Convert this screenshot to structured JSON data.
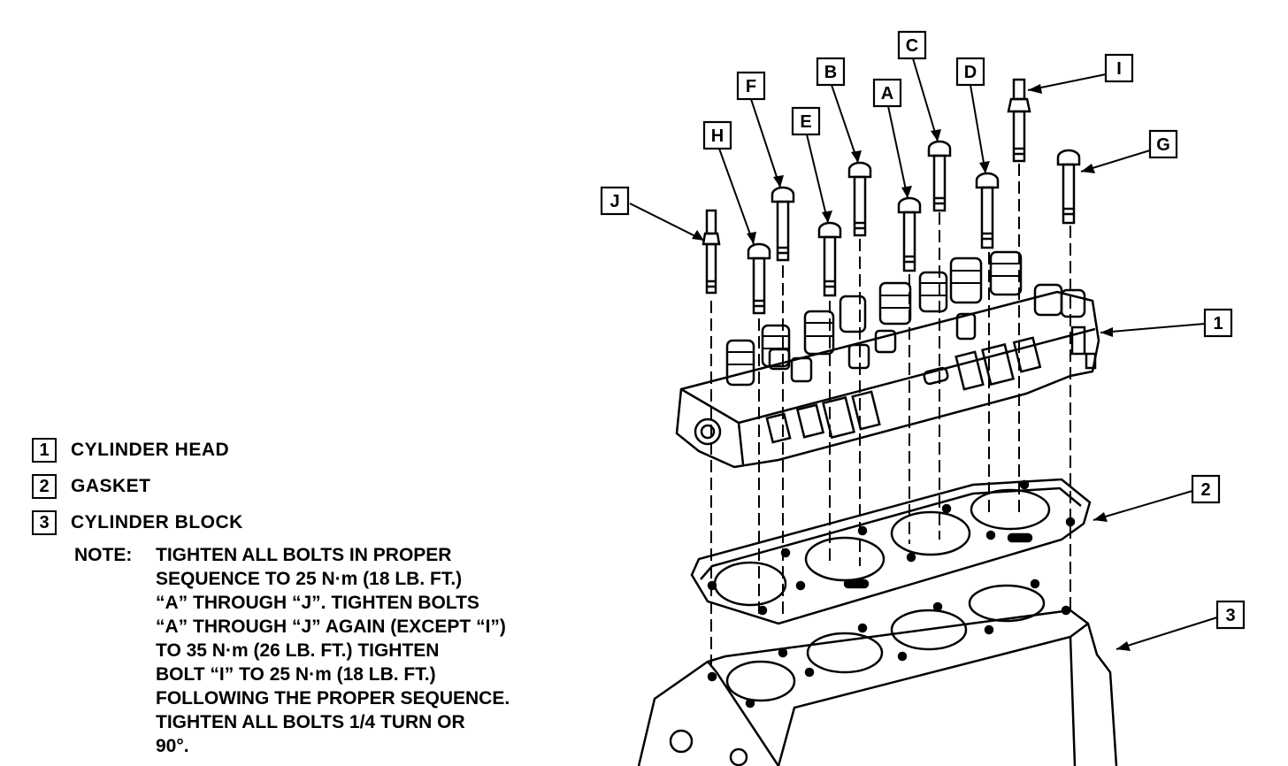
{
  "legend": [
    {
      "number": "1",
      "label": "CYLINDER HEAD"
    },
    {
      "number": "2",
      "label": "GASKET"
    },
    {
      "number": "3",
      "label": "CYLINDER BLOCK"
    }
  ],
  "note": {
    "heading": "NOTE:",
    "lines": [
      "TIGHTEN ALL BOLTS IN PROPER",
      "SEQUENCE TO 25 N·m (18 LB. FT.)",
      "“A” THROUGH “J”. TIGHTEN BOLTS",
      "“A” THROUGH “J” AGAIN (EXCEPT “I”)",
      "TO 35 N·m (26 LB. FT.) TIGHTEN",
      "BOLT “I” TO 25 N·m (18 LB. FT.)",
      "FOLLOWING THE PROPER SEQUENCE.",
      "TIGHTEN ALL BOLTS 1/4 TURN OR",
      "90°."
    ]
  },
  "bolt_labels": [
    "A",
    "B",
    "C",
    "D",
    "E",
    "F",
    "G",
    "H",
    "I",
    "J"
  ],
  "component_callouts": [
    "1",
    "2",
    "3"
  ]
}
